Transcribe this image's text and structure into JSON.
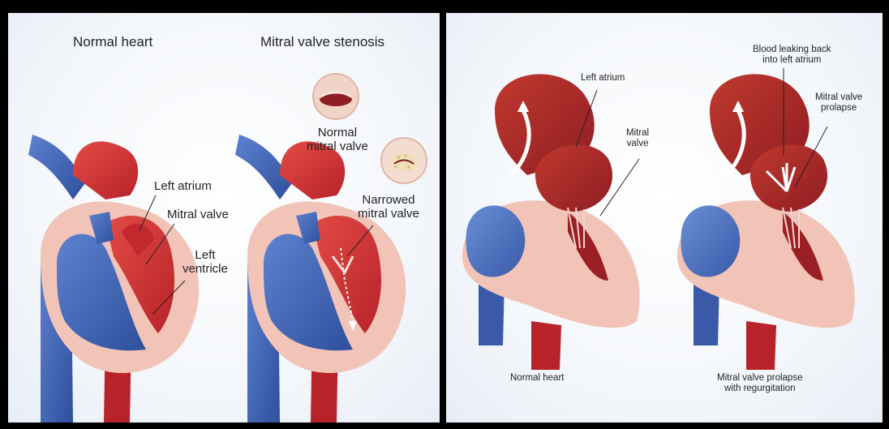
{
  "left_panel": {
    "titles": {
      "normal": "Normal heart",
      "stenosis": "Mitral valve stenosis"
    },
    "labels": {
      "left_atrium": "Left atrium",
      "mitral_valve": "Mitral valve",
      "left_ventricle": "Left\nventricle",
      "normal_mitral_valve": "Normal\nmitral valve",
      "narrowed_mitral_valve": "Narrowed\nmitral valve"
    }
  },
  "right_panel": {
    "labels": {
      "left_atrium": "Left atrium",
      "mitral_valve": "Mitral\nvalve",
      "blood_leaking": "Blood leaking back\ninto left atrium",
      "prolapse": "Mitral valve\nprolapse"
    },
    "captions": {
      "normal": "Normal heart",
      "prolapse": "Mitral valve prolapse\nwith regurgitation"
    }
  },
  "colors": {
    "artery_red": "#b8232a",
    "chamber_red": "#d63a3a",
    "vein_blue": "#3b63b8",
    "wall_pink": "#f2c4b8",
    "frame": "#000000"
  }
}
